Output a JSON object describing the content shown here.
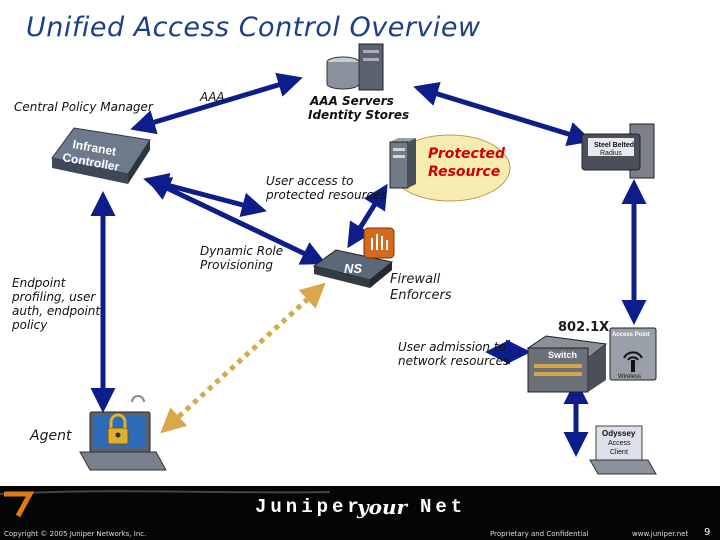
{
  "title": "Unified Access Control Overview",
  "labels": {
    "central_policy_manager": "Central Policy Manager",
    "aaa": "AAA",
    "aaa_servers": "AAA Servers",
    "identity_stores": "Identity Stores",
    "user_access_1": "User access to",
    "user_access_2": "protected resources",
    "protected_1": "Protected",
    "protected_2": "Resource",
    "dynamic_role_1": "Dynamic Role",
    "dynamic_role_2": "Provisioning",
    "firewall_1": "Firewall",
    "firewall_2": "Enforcers",
    "endpoint_1": "Endpoint",
    "endpoint_2": "profiling, user",
    "endpoint_3": "auth, endpoint",
    "endpoint_4": "policy",
    "dot1x": "802.1X",
    "user_admission_1": "User admission to",
    "user_admission_2": "network resources",
    "agent": "Agent"
  },
  "device_text": {
    "infranet_1": "Infranet",
    "infranet_2": "Controller",
    "ns": "NS",
    "steel_belted_1": "Steel Belted",
    "steel_belted_2": "Radius",
    "switch": "Switch",
    "access_point": "Access Point",
    "wireless": "Wireless",
    "odyssey_1": "Odyssey",
    "odyssey_2": "Access",
    "odyssey_3": "Client"
  },
  "footer": {
    "brand_left": "Juniper",
    "brand_your": "your",
    "brand_net": "Net",
    "copyright": "Copyright © 2005 Juniper Networks, Inc.",
    "proprietary": "Proprietary and Confidential",
    "website": "www.juniper.net",
    "page_number": "9"
  },
  "colors": {
    "title": "#1c3f8c",
    "arrow_blue": "#0d1e8a",
    "arrow_dotted": "#d8a84a",
    "protected_fill": "#f6ecb0",
    "footer_bg": "#050505",
    "footer_swoosh": "#e07a10"
  }
}
